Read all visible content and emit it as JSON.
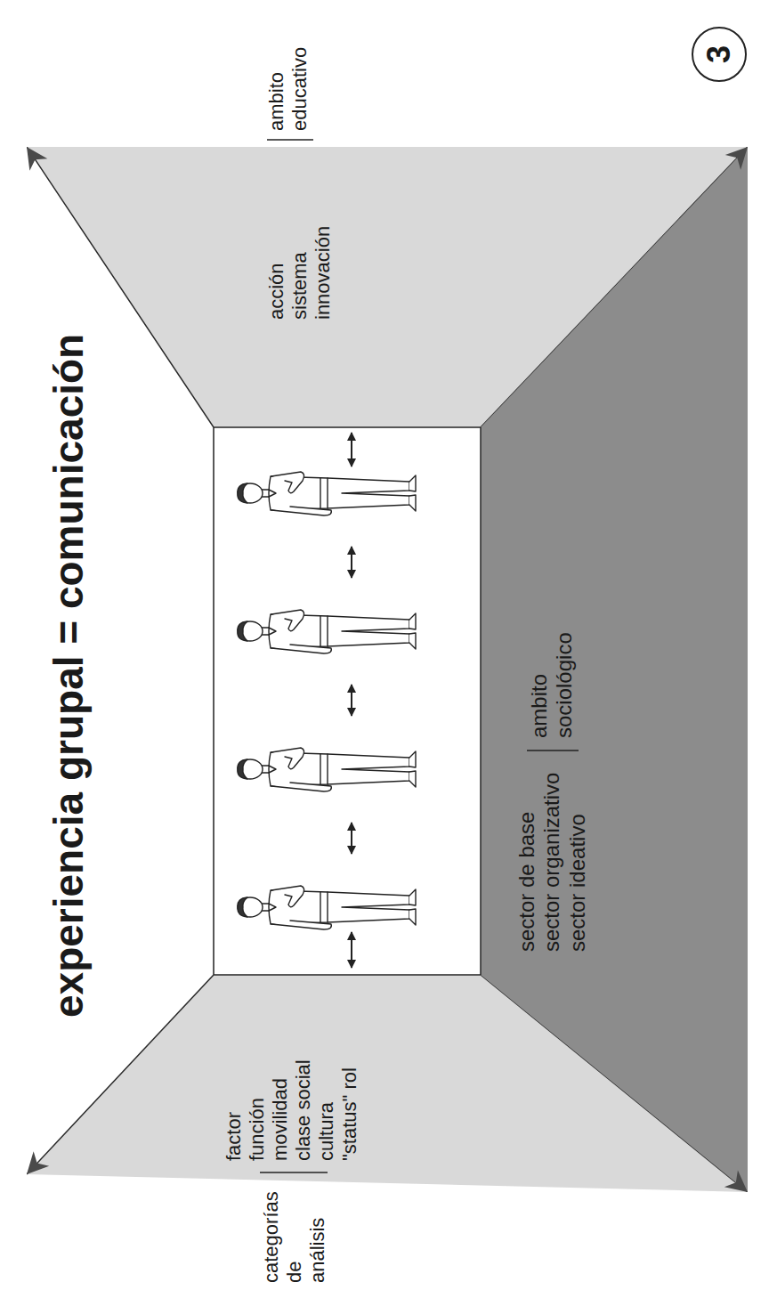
{
  "diagram": {
    "title": "experiencia grupal = comunicación",
    "nodes": [
      {
        "text": [
          "factor función movilidad clase social cultura \"status\" rol"
        ]
      },
      {
        "text": [
          "acción sistema innovación"
        ]
      },
      {
        "text": [
          "sector de base sector organizativo sector ideativo",
          "ambito sociológico"
        ]
      },
      {
        "text": [
          "3"
        ]
      }
    ],
    "labels": [
      "categorías de análisis",
      "ambito educativo"
    ]
  }
}
